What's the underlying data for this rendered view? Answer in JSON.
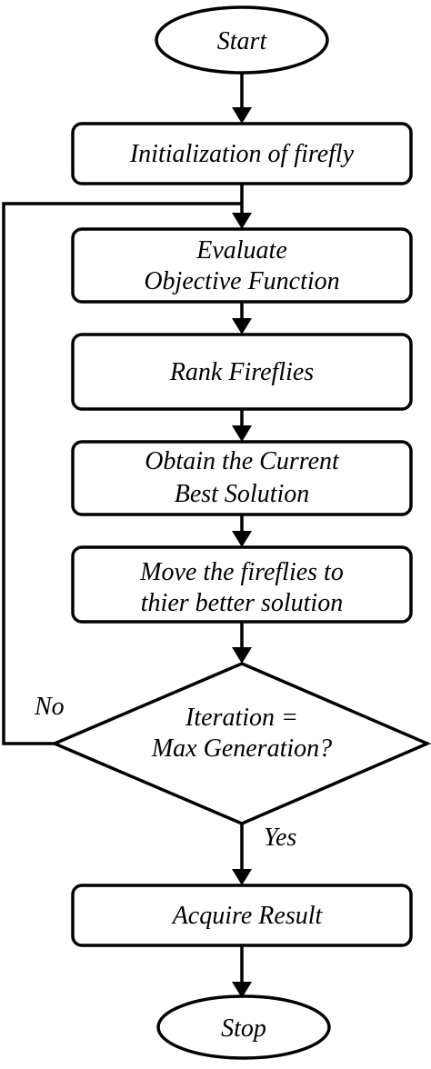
{
  "flowchart": {
    "start": "Start",
    "init": "Initialization of  firefly",
    "evaluate_line1": "Evaluate",
    "evaluate_line2": "Objective Function",
    "rank": "Rank Fireflies",
    "obtain_line1": "Obtain the Current",
    "obtain_line2": "Best Solution",
    "move_line1": "Move the  fireflies to",
    "move_line2": "thier better solution",
    "decision_line1": "Iteration =",
    "decision_line2": "Max Generation?",
    "no_label": "No",
    "yes_label": "Yes",
    "acquire": "Acquire Result",
    "stop": "Stop"
  }
}
